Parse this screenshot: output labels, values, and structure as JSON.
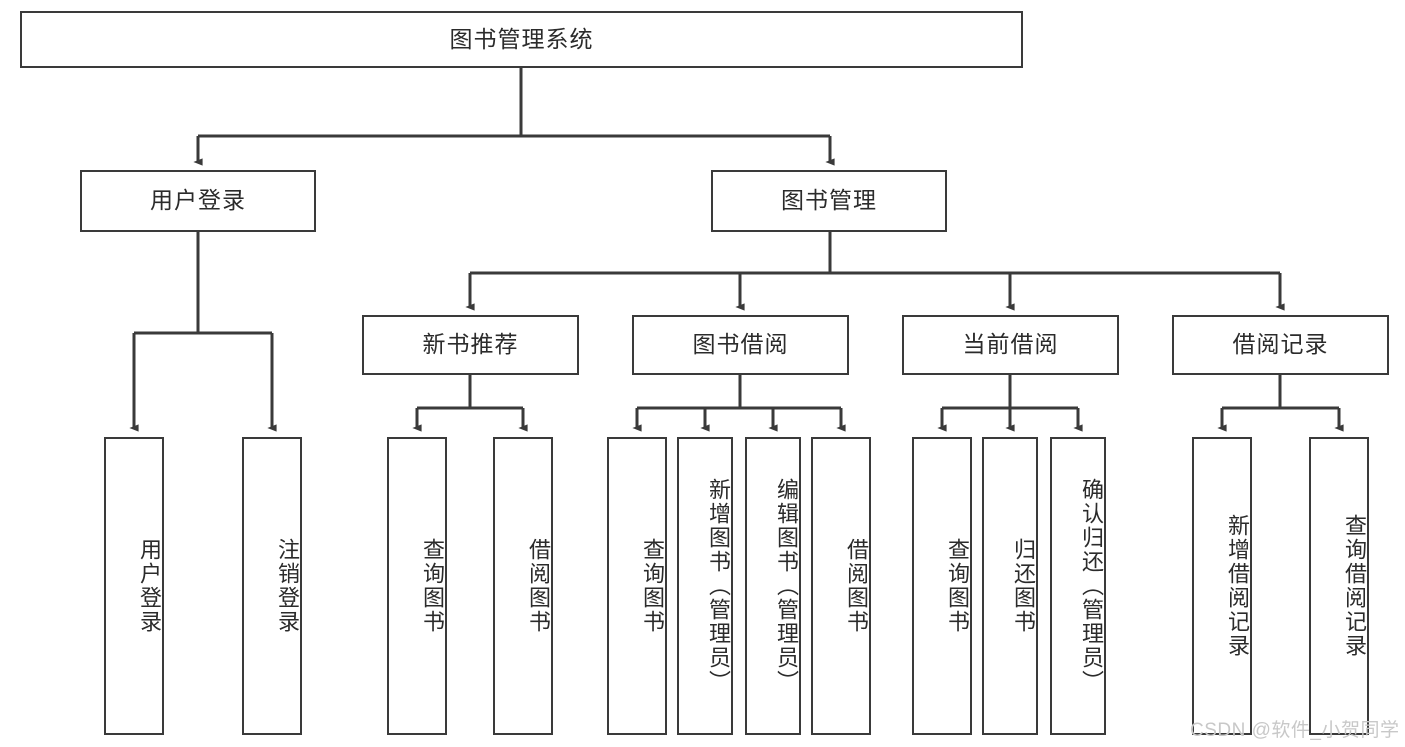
{
  "diagram": {
    "title": "图书管理系统",
    "type": "tree-hierarchy",
    "root": {
      "label": "图书管理系统"
    },
    "level2": [
      {
        "label": "用户登录"
      },
      {
        "label": "图书管理"
      }
    ],
    "level3": [
      {
        "label": "新书推荐"
      },
      {
        "label": "图书借阅"
      },
      {
        "label": "当前借阅"
      },
      {
        "label": "借阅记录"
      }
    ],
    "leaves": {
      "user_login": [
        {
          "label": "用户登录"
        },
        {
          "label": "注销登录"
        }
      ],
      "new_book_recommend": [
        {
          "label": "查询图书"
        },
        {
          "label": "借阅图书"
        }
      ],
      "book_borrow": [
        {
          "label": "查询图书"
        },
        {
          "label": "新增图书（管理员）"
        },
        {
          "label": "编辑图书（管理员）"
        },
        {
          "label": "借阅图书"
        }
      ],
      "current_borrow": [
        {
          "label": "查询图书"
        },
        {
          "label": "归还图书"
        },
        {
          "label": "确认归还（管理员）"
        }
      ],
      "borrow_record": [
        {
          "label": "新增借阅记录"
        },
        {
          "label": "查询借阅记录"
        }
      ]
    }
  },
  "watermark": {
    "text": "CSDN @软件_小贺同学"
  },
  "colors": {
    "stroke": "#3a3a3a",
    "background": "#ffffff",
    "text": "#2b2b2b",
    "watermark": "#c8c8c8"
  }
}
